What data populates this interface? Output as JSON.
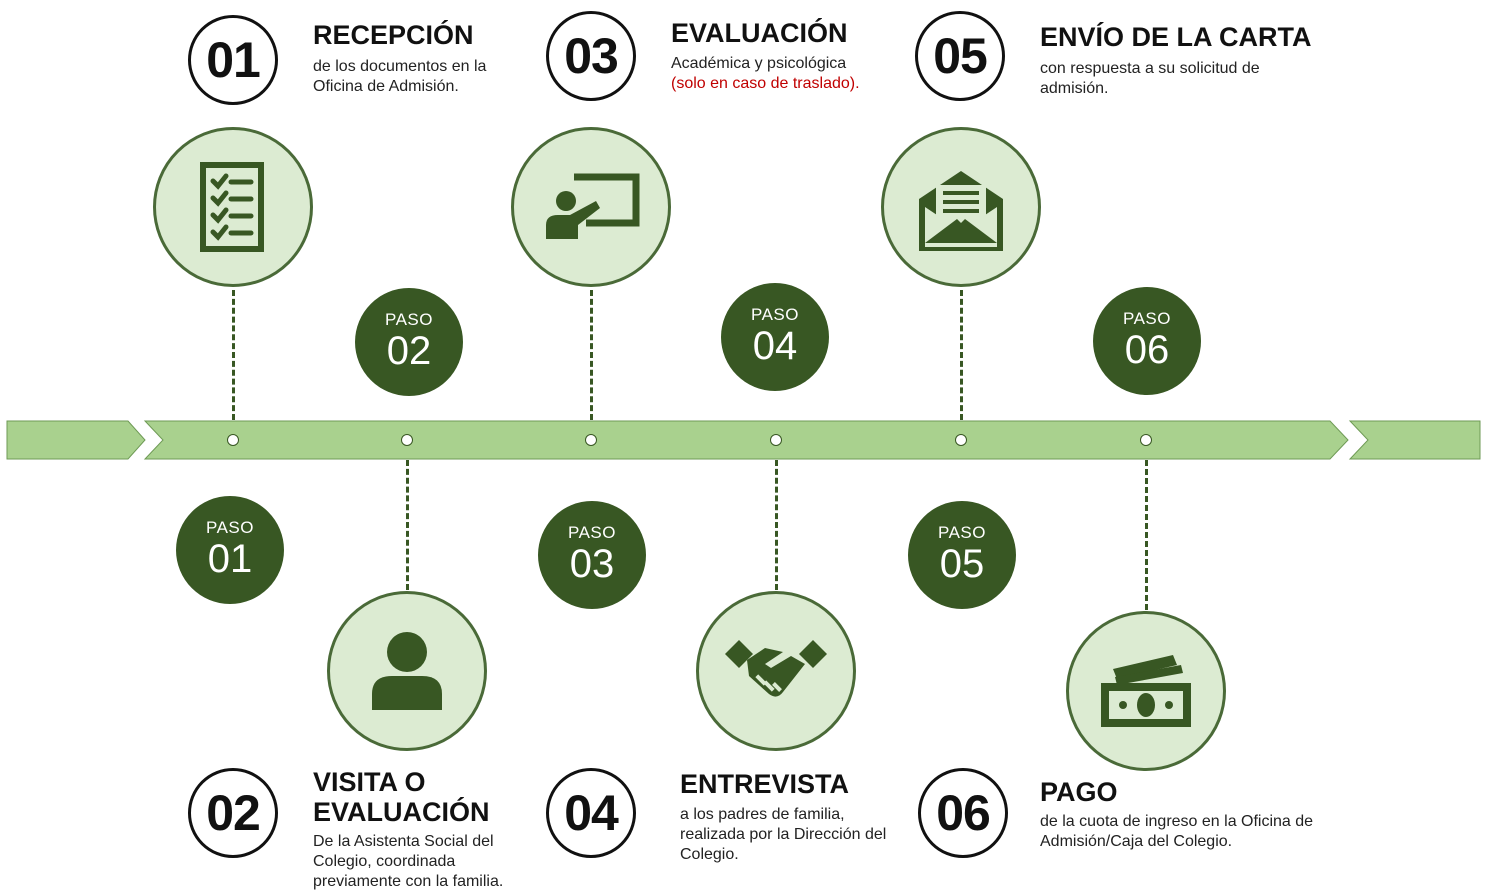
{
  "colors": {
    "dark_green": "#385723",
    "light_green": "#a9d18e",
    "pale_green": "#dcebd2",
    "accent_red": "#c00000"
  },
  "steps": [
    {
      "num": "01",
      "title": "RECEPCIÓN",
      "desc": "de los documentos en la Oficina de Admisión.",
      "paso_label": "PASO",
      "paso_num": "01",
      "icon": "checklist-icon"
    },
    {
      "num": "02",
      "title": "VISITA O EVALUACIÓN",
      "desc": "De la Asistenta Social del Colegio, coordinada previamente con la familia.",
      "paso_label": "PASO",
      "paso_num": "02",
      "icon": "person-icon"
    },
    {
      "num": "03",
      "title": "EVALUACIÓN",
      "desc": "Académica y psicológica",
      "note": "(solo en caso de traslado).",
      "paso_label": "PASO",
      "paso_num": "03",
      "icon": "presentation-board-icon"
    },
    {
      "num": "04",
      "title": "ENTREVISTA",
      "desc": "a los padres de familia, realizada por la Dirección del Colegio.",
      "paso_label": "PASO",
      "paso_num": "04",
      "icon": "handshake-icon"
    },
    {
      "num": "05",
      "title": "ENVÍO DE LA CARTA",
      "desc": "con respuesta a su solicitud de admisión.",
      "paso_label": "PASO",
      "paso_num": "05",
      "icon": "envelope-letter-icon"
    },
    {
      "num": "06",
      "title": "PAGO",
      "desc": "de la cuota de ingreso en la Oficina de Admisión/Caja del Colegio.",
      "paso_label": "PASO",
      "paso_num": "06",
      "icon": "money-icon"
    }
  ]
}
